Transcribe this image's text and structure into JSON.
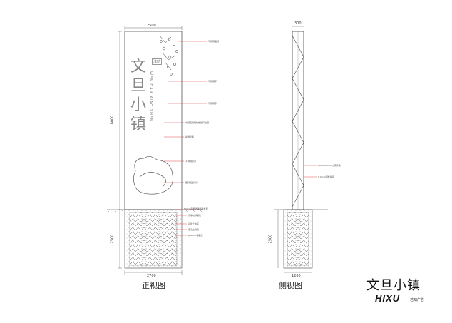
{
  "front_view": {
    "label": "正视图",
    "dim_top": "2500",
    "dim_height": "8000",
    "dim_base_height": "2500",
    "dim_base_width": "2700",
    "sign_text": [
      "文",
      "旦",
      "小",
      "镇"
    ],
    "small_mark": "淮韵",
    "pinyin": "WEN DAN XIAO ZHEN",
    "annotations": [
      "不锈钢雕刻",
      "不锈钢字",
      "不锈钢字",
      "内钢框架结构热镀锌处理",
      "氟碳喷漆",
      "不锈钢喷涂",
      "雕刻铝板喷漆",
      "50mm钢板防锈刷漆处理",
      "预埋地脚螺栓",
      "基础土夯实",
      "混凝土浇筑",
      "φ12mm钢筋笼"
    ]
  },
  "side_view": {
    "label": "侧视图",
    "dim_top": "300",
    "dim_base_width": "1200",
    "dim_base_height": "2500",
    "annotations": [
      "200×200mm方钢骨架",
      "5.0mm钢板焊接"
    ]
  },
  "title": "文旦小镇",
  "brand": {
    "name": "HIXU",
    "sub": "若知广告"
  },
  "colors": {
    "line": "#444444",
    "accent": "#d94a4a",
    "text": "#222222"
  }
}
